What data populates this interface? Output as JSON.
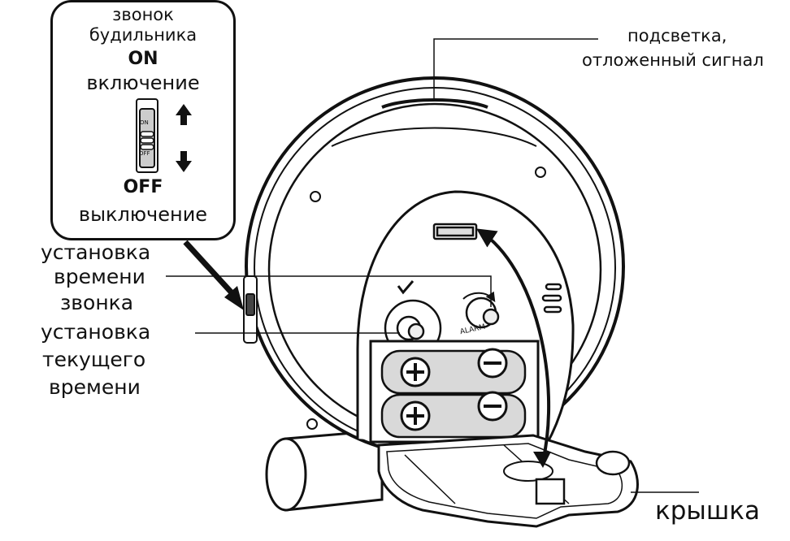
{
  "callout": {
    "line1": "звонок",
    "line2": "будильника",
    "on_label": "ON",
    "on_caption": "включение",
    "off_label": "OFF",
    "off_caption": "выключение",
    "switch_on_text": "ON",
    "switch_off_text": "OFF"
  },
  "labels": {
    "backlight_1": "подсветка,",
    "backlight_2": "отложенный сигнал",
    "alarm_time_1": "установка",
    "alarm_time_2": "времени",
    "alarm_time_3": "звонка",
    "current_time_1": "установка",
    "current_time_2": "текущего",
    "current_time_3": "времени",
    "cover": "крышка",
    "knob_alarm": "ALARM"
  },
  "colors": {
    "ink": "#111111",
    "battery_fill": "#d9d9d9",
    "background": "#ffffff"
  }
}
